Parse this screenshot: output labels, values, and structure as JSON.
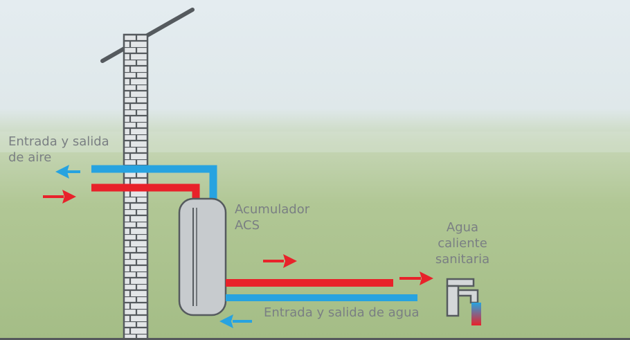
{
  "diagram": {
    "labels": {
      "air_in_out": [
        "Entrada y salida",
        "de aire"
      ],
      "tank": [
        "Acumulador",
        "ACS"
      ],
      "hot_water": [
        "Agua",
        "caliente",
        "sanitaria"
      ],
      "water_in_out": "Entrada y salida de agua"
    },
    "colors": {
      "sky": "#dde7ec",
      "field": "#a9c08a",
      "hot_pipe": "#e8222a",
      "cold_pipe": "#27a3e0",
      "chimney_fill": "#e3e6e8",
      "chimney_stroke": "#555a5e",
      "tank_fill": "#c7cbce",
      "label_text": "#7a7f83"
    },
    "icons": [
      "chimney",
      "roof",
      "tank",
      "tap",
      "arrow-left-blue",
      "arrow-right-red"
    ]
  }
}
